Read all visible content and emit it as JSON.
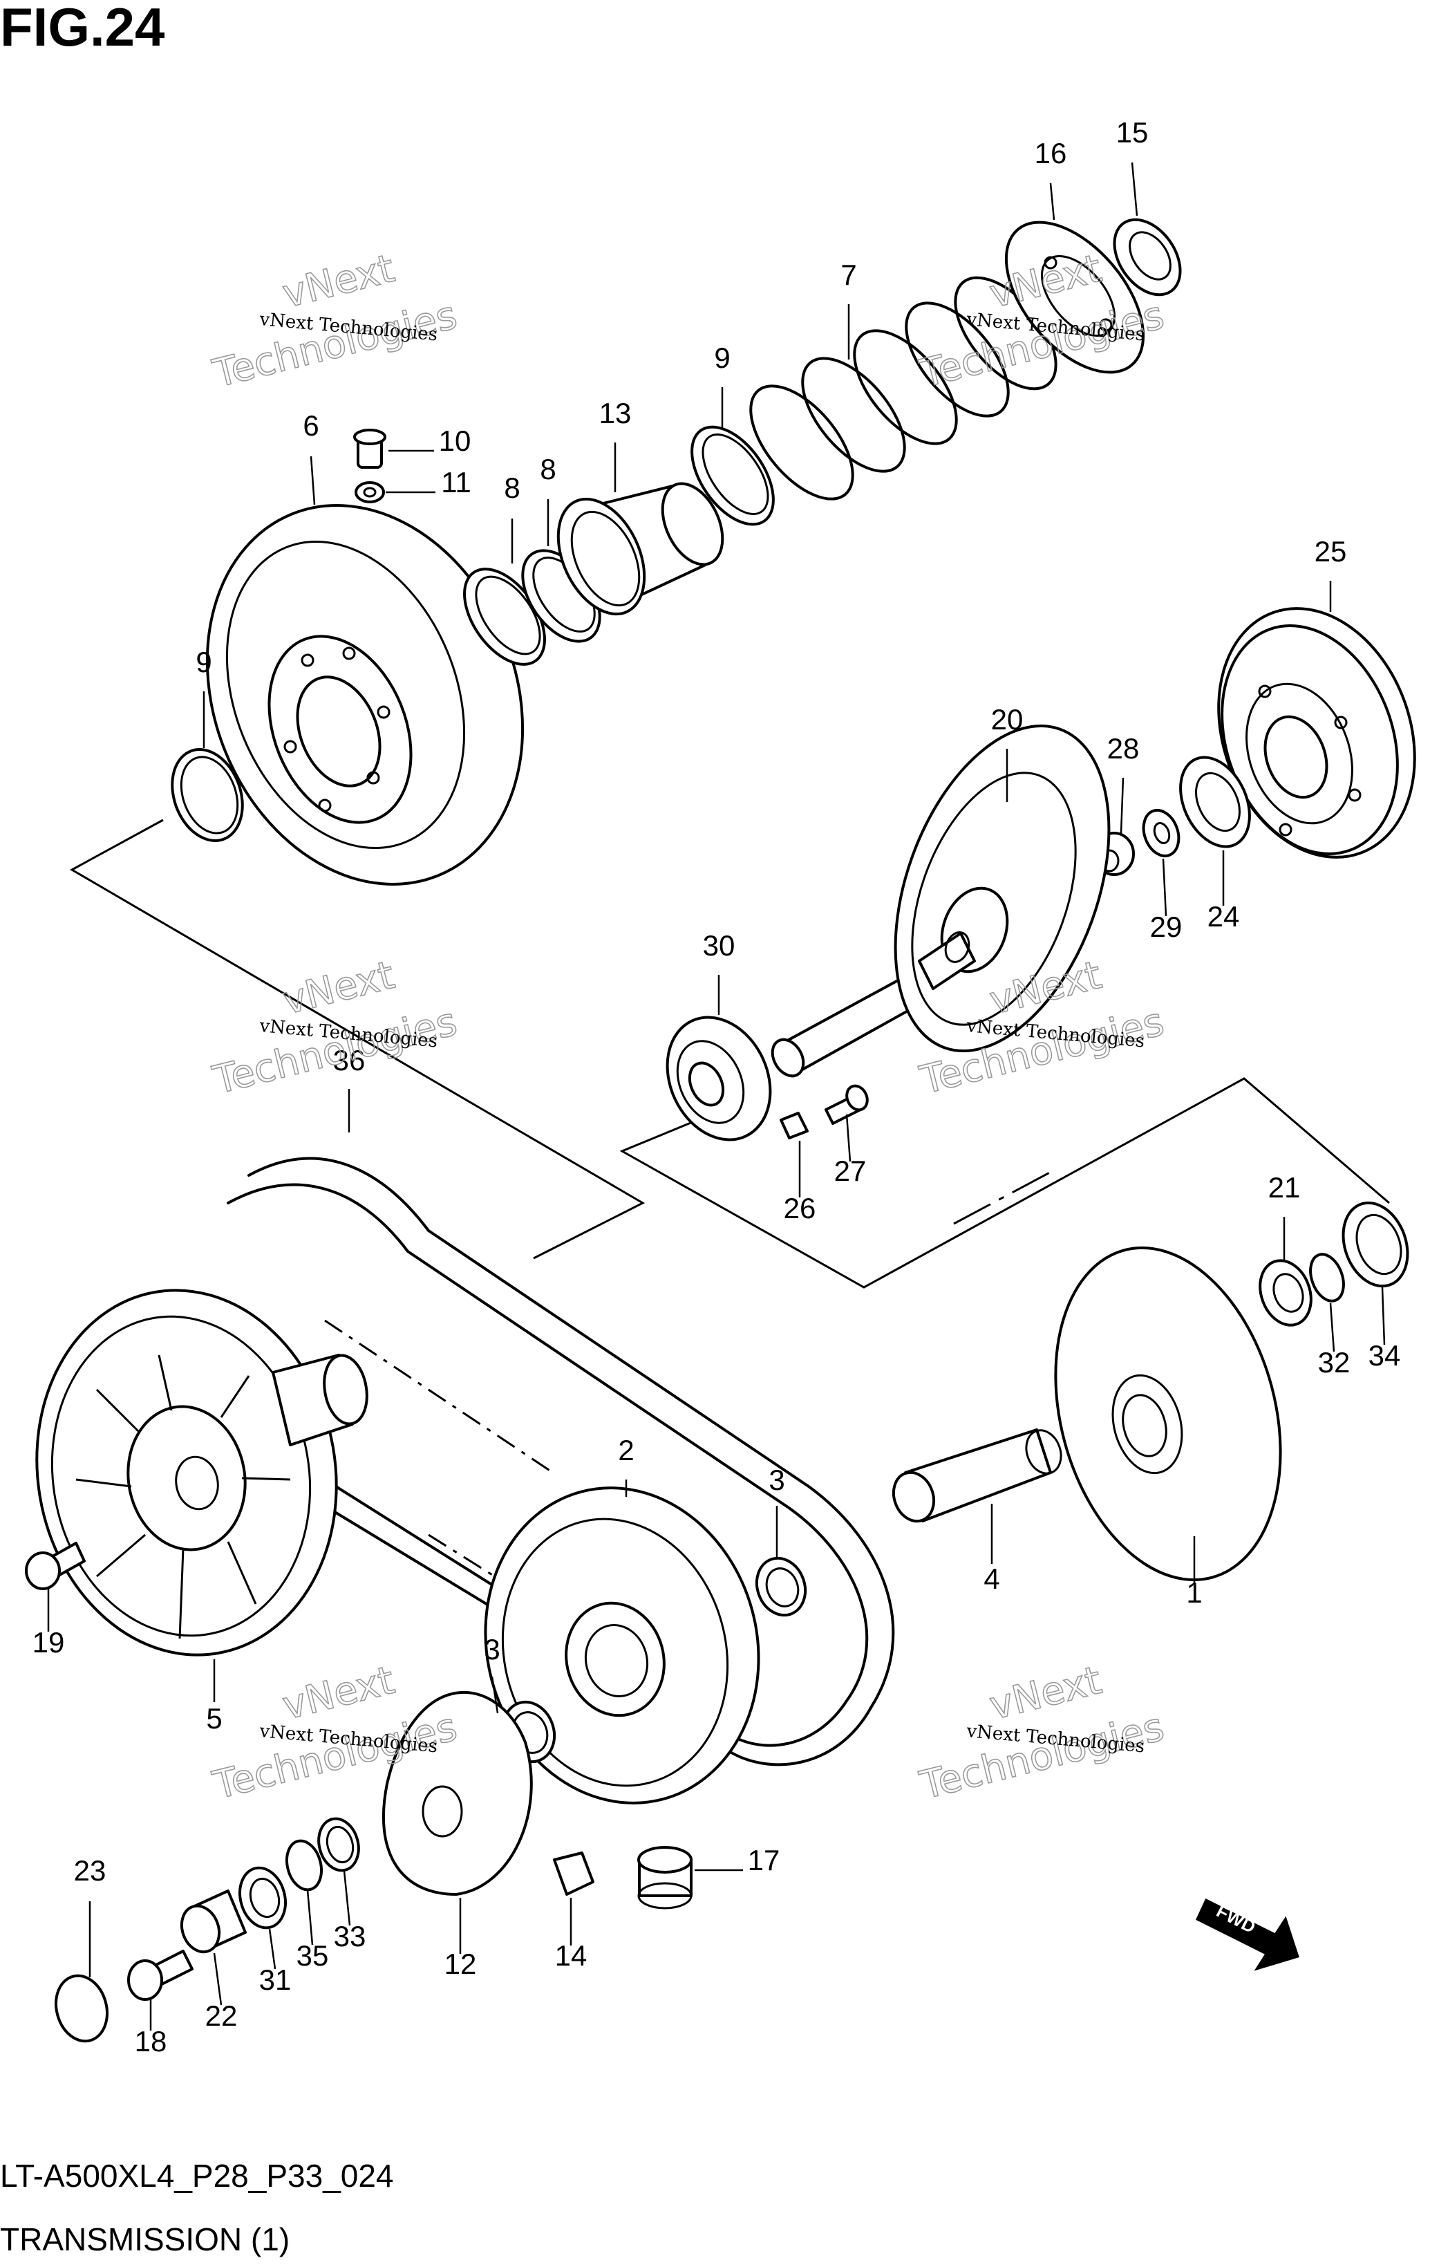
{
  "figure": {
    "title": "FIG.24"
  },
  "footer": {
    "code": "LT-A500XL4_P28_P33_024",
    "title": "TRANSMISSION (1)"
  },
  "watermark": {
    "small": "vNext Technologies",
    "big": "Technologies",
    "top": "vNext"
  },
  "fwd_badge": "FWD",
  "callouts": [
    "1",
    "2",
    "3",
    "3",
    "4",
    "5",
    "6",
    "7",
    "8",
    "8",
    "9",
    "9",
    "10",
    "11",
    "12",
    "13",
    "14",
    "15",
    "16",
    "17",
    "18",
    "19",
    "20",
    "21",
    "22",
    "23",
    "24",
    "25",
    "26",
    "27",
    "28",
    "29",
    "30",
    "31",
    "32",
    "33",
    "34",
    "35",
    "36"
  ]
}
